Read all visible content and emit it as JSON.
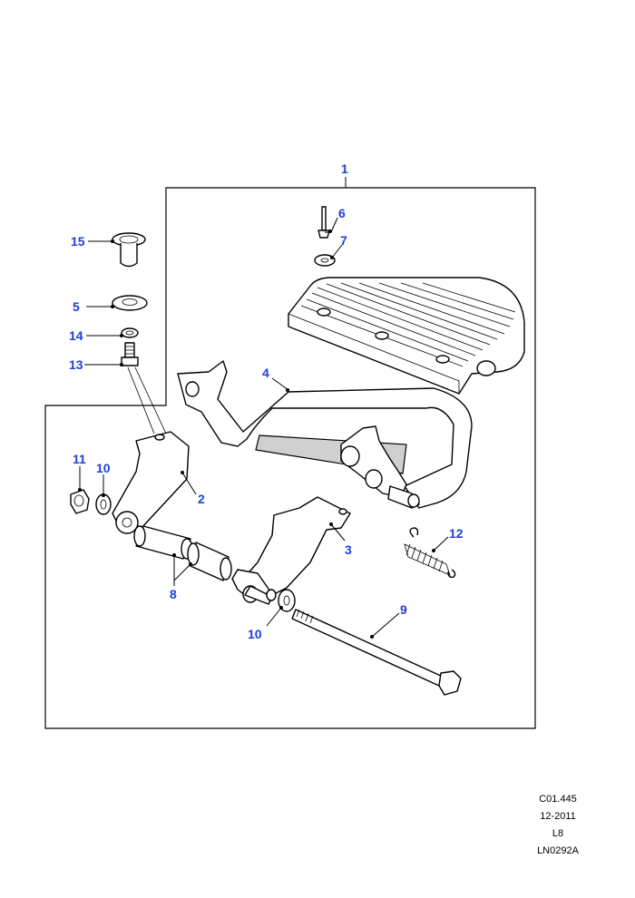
{
  "callouts": {
    "c1": "1",
    "c2": "2",
    "c3": "3",
    "c4": "4",
    "c5": "5",
    "c6": "6",
    "c7": "7",
    "c8": "8",
    "c9": "9",
    "c10a": "10",
    "c10b": "10",
    "c11": "11",
    "c12": "12",
    "c13": "13",
    "c14": "14",
    "c15": "15"
  },
  "colors": {
    "callout": "#1f3fd8",
    "line": "#000000"
  },
  "reference": {
    "code": "C01.445",
    "date": "12-2011",
    "variant": "L8",
    "drawing_no": "LN0292A"
  }
}
